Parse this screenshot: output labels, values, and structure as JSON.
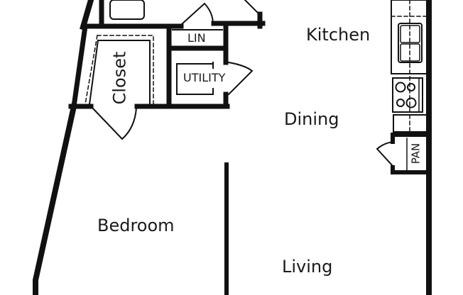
{
  "floorplan": {
    "colors": {
      "wall": "#111111",
      "background": "#ffffff",
      "text": "#1a1a1a"
    },
    "rooms": {
      "kitchen": "Kitchen",
      "dining": "Dining",
      "bedroom": "Bedroom",
      "living": "Living",
      "closet": "Closet",
      "linen": "LIN",
      "utility": "UTILITY",
      "pantry": "PAN"
    },
    "fixtures": [
      "bathtub",
      "double-sink",
      "stove-4-burner",
      "kitchen-counter",
      "utility-unit"
    ]
  }
}
